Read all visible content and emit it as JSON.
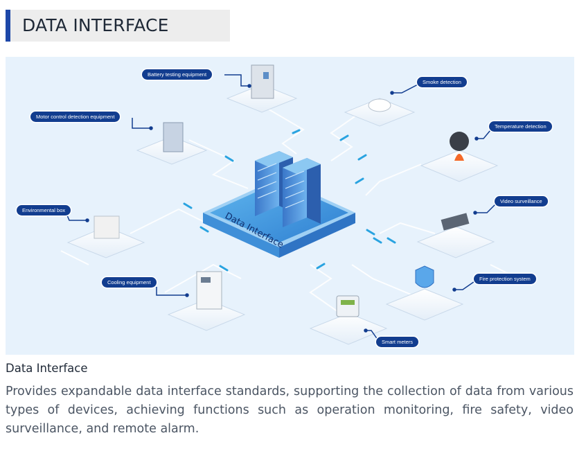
{
  "header": {
    "title": "DATA INTERFACE",
    "accent_color": "#1d47a8"
  },
  "diagram": {
    "center_label": "Data Interface",
    "nodes": [
      {
        "label": "Battery testing equipment"
      },
      {
        "label": "Motor control detection equipment"
      },
      {
        "label": "Environmental box"
      },
      {
        "label": "Cooling equipment"
      },
      {
        "label": "Smoke detection"
      },
      {
        "label": "Temperature detection"
      },
      {
        "label": "Video surveillance"
      },
      {
        "label": "Fire protection system"
      },
      {
        "label": "Smart meters"
      }
    ],
    "colors": {
      "background": "#e7f2fc",
      "label_bg": "#123d8f",
      "link": "#29a3e0"
    }
  },
  "section": {
    "title": "Data Interface",
    "description": "Provides expandable data interface standards, supporting the collection of data from various types of devices, achieving functions such as operation monitoring, fire safety, video surveillance, and remote alarm."
  }
}
